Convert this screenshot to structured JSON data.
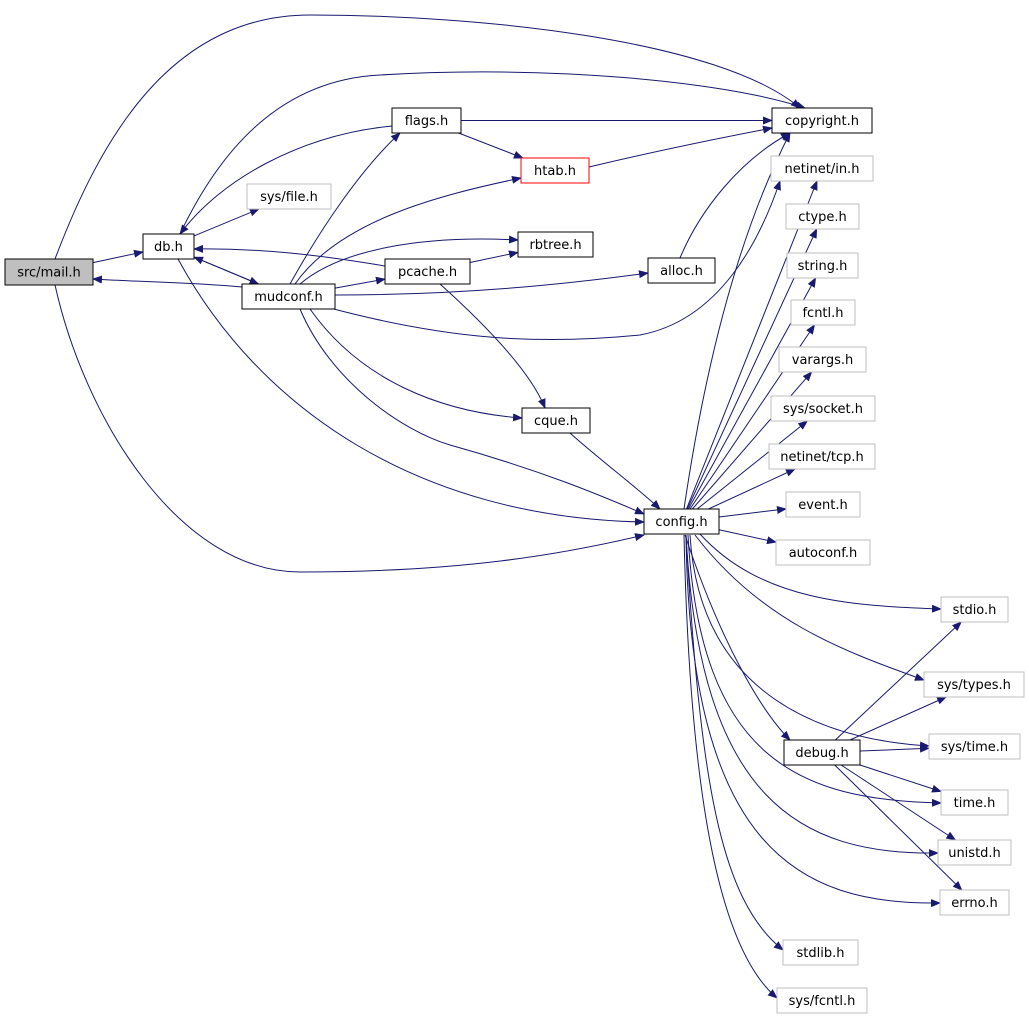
{
  "colors": {
    "edge": "#191970",
    "node_border_normal": "#000000",
    "node_border_external": "#bfbfbf",
    "node_border_incomplete": "#ff0000",
    "node_fill_root": "#bfbfbf",
    "node_fill": "#ffffff"
  },
  "nodes": [
    {
      "id": "mail",
      "label": "src/mail.h",
      "kind": "root"
    },
    {
      "id": "db",
      "label": "db.h",
      "kind": "normal"
    },
    {
      "id": "mudconf",
      "label": "mudconf.h",
      "kind": "normal"
    },
    {
      "id": "flags",
      "label": "flags.h",
      "kind": "normal"
    },
    {
      "id": "sysfile",
      "label": "sys/file.h",
      "kind": "external"
    },
    {
      "id": "pcache",
      "label": "pcache.h",
      "kind": "normal"
    },
    {
      "id": "htab",
      "label": "htab.h",
      "kind": "incomplete"
    },
    {
      "id": "rbtree",
      "label": "rbtree.h",
      "kind": "normal"
    },
    {
      "id": "alloc",
      "label": "alloc.h",
      "kind": "normal"
    },
    {
      "id": "cque",
      "label": "cque.h",
      "kind": "normal"
    },
    {
      "id": "config",
      "label": "config.h",
      "kind": "normal"
    },
    {
      "id": "copyright",
      "label": "copyright.h",
      "kind": "normal"
    },
    {
      "id": "netinetin",
      "label": "netinet/in.h",
      "kind": "external"
    },
    {
      "id": "ctype",
      "label": "ctype.h",
      "kind": "external"
    },
    {
      "id": "string",
      "label": "string.h",
      "kind": "external"
    },
    {
      "id": "fcntl",
      "label": "fcntl.h",
      "kind": "external"
    },
    {
      "id": "varargs",
      "label": "varargs.h",
      "kind": "external"
    },
    {
      "id": "syssocket",
      "label": "sys/socket.h",
      "kind": "external"
    },
    {
      "id": "netinettcp",
      "label": "netinet/tcp.h",
      "kind": "external"
    },
    {
      "id": "event",
      "label": "event.h",
      "kind": "external"
    },
    {
      "id": "autoconf",
      "label": "autoconf.h",
      "kind": "external"
    },
    {
      "id": "stdio",
      "label": "stdio.h",
      "kind": "external"
    },
    {
      "id": "systypes",
      "label": "sys/types.h",
      "kind": "external"
    },
    {
      "id": "debug",
      "label": "debug.h",
      "kind": "normal"
    },
    {
      "id": "systime",
      "label": "sys/time.h",
      "kind": "external"
    },
    {
      "id": "time",
      "label": "time.h",
      "kind": "external"
    },
    {
      "id": "unistd",
      "label": "unistd.h",
      "kind": "external"
    },
    {
      "id": "errno",
      "label": "errno.h",
      "kind": "external"
    },
    {
      "id": "stdlib",
      "label": "stdlib.h",
      "kind": "external"
    },
    {
      "id": "sysfcntl",
      "label": "sys/fcntl.h",
      "kind": "external"
    }
  ],
  "edges": [
    [
      "mail",
      "db"
    ],
    [
      "mail",
      "copyright"
    ],
    [
      "mail",
      "config"
    ],
    [
      "db",
      "sysfile"
    ],
    [
      "db",
      "mudconf"
    ],
    [
      "mudconf",
      "mail"
    ],
    [
      "mudconf",
      "db"
    ],
    [
      "mudconf",
      "flags"
    ],
    [
      "mudconf",
      "htab"
    ],
    [
      "mudconf",
      "rbtree"
    ],
    [
      "mudconf",
      "pcache"
    ],
    [
      "mudconf",
      "alloc"
    ],
    [
      "mudconf",
      "netinetin"
    ],
    [
      "mudconf",
      "cque"
    ],
    [
      "mudconf",
      "config"
    ],
    [
      "flags",
      "db"
    ],
    [
      "flags",
      "copyright"
    ],
    [
      "flags",
      "htab"
    ],
    [
      "htab",
      "copyright"
    ],
    [
      "pcache",
      "db"
    ],
    [
      "pcache",
      "rbtree"
    ],
    [
      "pcache",
      "cque"
    ],
    [
      "alloc",
      "copyright"
    ],
    [
      "cque",
      "config"
    ],
    [
      "db",
      "copyright"
    ],
    [
      "db",
      "config"
    ],
    [
      "config",
      "copyright"
    ],
    [
      "config",
      "netinetin"
    ],
    [
      "config",
      "ctype"
    ],
    [
      "config",
      "string"
    ],
    [
      "config",
      "fcntl"
    ],
    [
      "config",
      "varargs"
    ],
    [
      "config",
      "syssocket"
    ],
    [
      "config",
      "netinettcp"
    ],
    [
      "config",
      "event"
    ],
    [
      "config",
      "autoconf"
    ],
    [
      "config",
      "stdio"
    ],
    [
      "config",
      "systypes"
    ],
    [
      "config",
      "debug"
    ],
    [
      "config",
      "systime"
    ],
    [
      "config",
      "time"
    ],
    [
      "config",
      "unistd"
    ],
    [
      "config",
      "errno"
    ],
    [
      "config",
      "stdlib"
    ],
    [
      "config",
      "sysfcntl"
    ],
    [
      "debug",
      "stdio"
    ],
    [
      "debug",
      "systypes"
    ],
    [
      "debug",
      "systime"
    ],
    [
      "debug",
      "time"
    ],
    [
      "debug",
      "unistd"
    ],
    [
      "debug",
      "errno"
    ]
  ]
}
